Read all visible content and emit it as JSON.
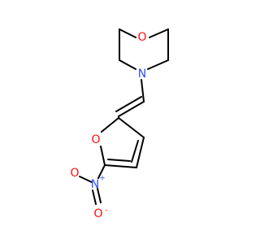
{
  "molecule": {
    "atoms": {
      "morpholine_oxygen": {
        "symbol": "O",
        "color": "#ff0d0d"
      },
      "morpholine_nitrogen": {
        "symbol": "N",
        "color": "#3050f8"
      },
      "furan_oxygen": {
        "symbol": "O",
        "color": "#ff0d0d"
      },
      "nitro_nitrogen": {
        "symbol": "N",
        "charge": "+",
        "color": "#3050f8"
      },
      "nitro_oxygen": {
        "symbol": "O",
        "charge": "-",
        "color": "#ff0d0d"
      }
    },
    "colors": {
      "bond": "#000000",
      "background": "#ffffff"
    }
  }
}
